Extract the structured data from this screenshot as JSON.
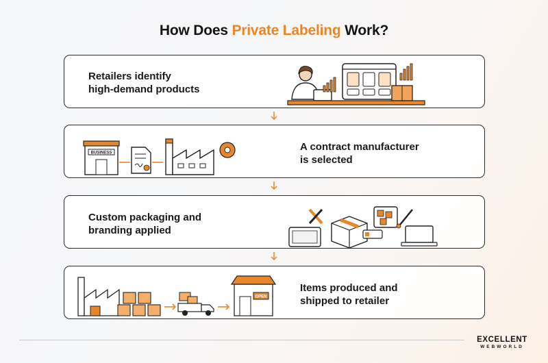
{
  "header": {
    "title_before": "How Does ",
    "title_accent": "Private Labeling",
    "title_after": " Work?"
  },
  "steps": [
    {
      "text_line1": "Retailers identify",
      "text_line2": "high-demand products"
    },
    {
      "text_line1": "A contract manufacturer",
      "text_line2": "is selected"
    },
    {
      "text_line1": "Custom packaging and",
      "text_line2": "branding applied"
    },
    {
      "text_line1": "Items produced and",
      "text_line2": "shipped to retailer"
    }
  ],
  "illustration_labels": {
    "business_sign": "BUSINESS",
    "store_sign": "OPEN"
  },
  "logo": {
    "main": "EXCELLENT",
    "sub": "WEBWORLD"
  },
  "colors": {
    "accent": "#e8862a",
    "dark": "#1a1a1a",
    "card_border": "#2a2a2a"
  },
  "icons": [
    "person-at-laptop-icon",
    "online-store-icon",
    "business-building-icon",
    "contract-document-icon",
    "factory-icon",
    "gear-icon",
    "tablet-icon",
    "pencil-ruler-icon",
    "package-box-icon",
    "design-board-icon",
    "paintbrush-icon",
    "laptop-icon",
    "delivery-truck-icon",
    "storefront-icon",
    "arrow-down-icon"
  ]
}
